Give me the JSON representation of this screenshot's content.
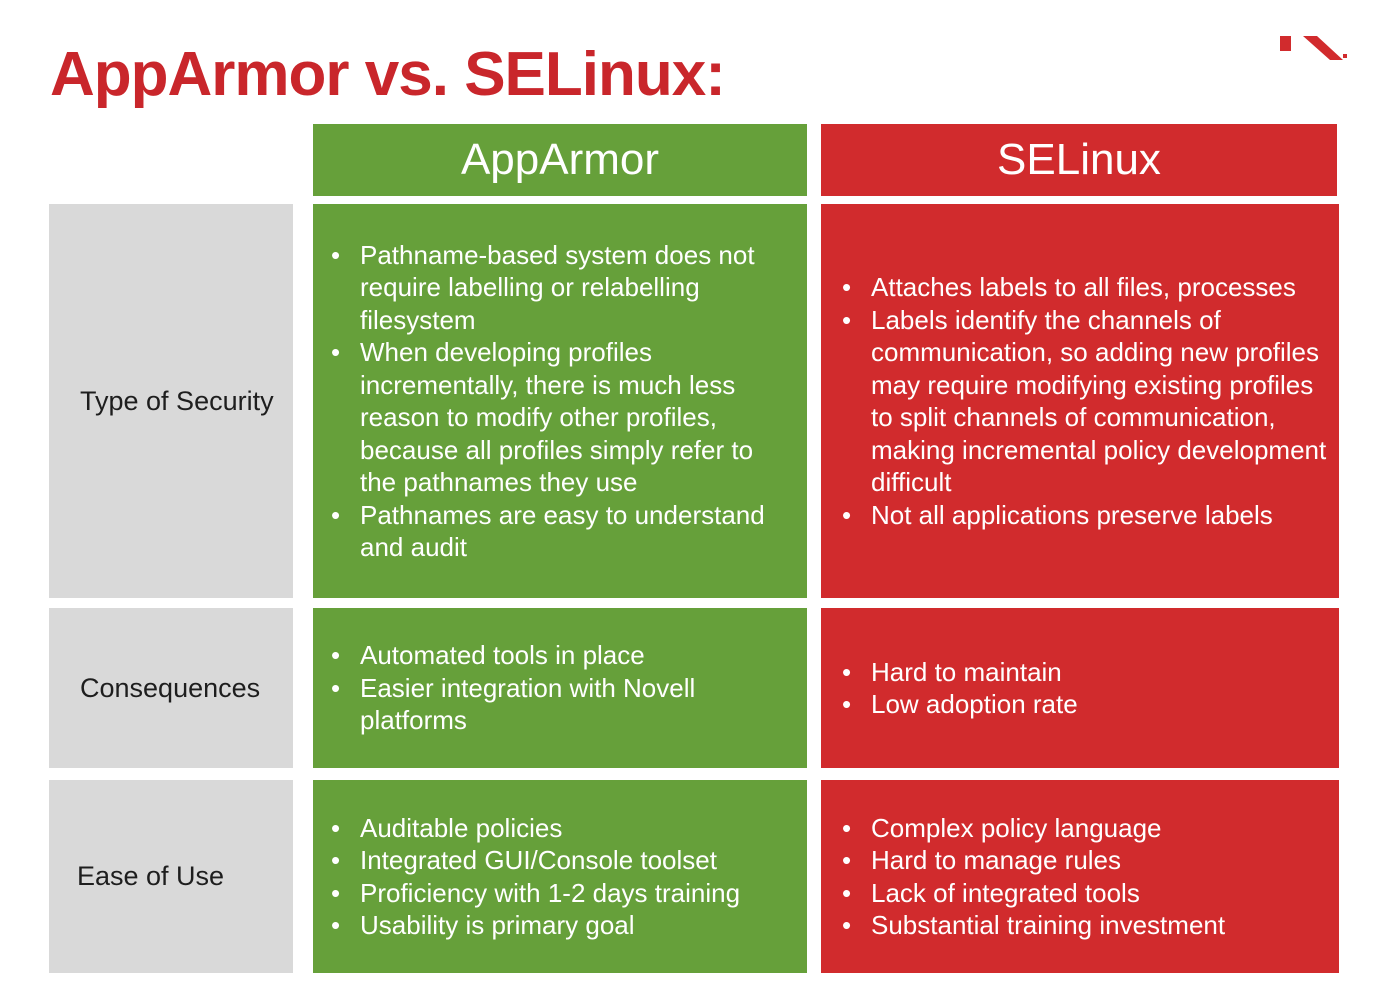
{
  "title": "AppArmor vs. SELinux:",
  "headers": {
    "apparmor": "AppArmor",
    "selinux": "SELinux"
  },
  "rows": [
    {
      "label": "Type of Security",
      "apparmor": [
        "Pathname-based system does not require labelling or relabelling filesystem",
        "When developing profiles incrementally, there is much less reason to modify other profiles, because all profiles simply refer to the pathnames they use",
        "Pathnames are easy to understand and audit"
      ],
      "selinux": [
        "Attaches labels to all files, processes",
        "Labels identify the channels of communication, so adding new profiles may require modifying existing profiles to split channels of communication, making incremental policy development difficult",
        "Not all applications preserve labels"
      ]
    },
    {
      "label": "Consequences",
      "apparmor": [
        "Automated tools in place",
        "Easier integration with Novell platforms"
      ],
      "selinux": [
        "Hard to maintain",
        "Low adoption rate"
      ]
    },
    {
      "label": "Ease of Use",
      "apparmor": [
        "Auditable policies",
        "Integrated GUI/Console toolset",
        "Proficiency with 1-2 days training",
        "Usability is primary goal"
      ],
      "selinux": [
        "Complex policy language",
        "Hard to manage rules",
        "Lack of integrated tools",
        "Substantial training investment"
      ]
    }
  ],
  "colors": {
    "title": "#c9262b",
    "apparmor": "#66a03a",
    "selinux": "#d12b2d",
    "label_background": "#d9d9d9",
    "label_text": "#1e1e1e",
    "cell_text": "#ffffff"
  },
  "icons": {
    "logo": "partial-red-logo-icon"
  }
}
